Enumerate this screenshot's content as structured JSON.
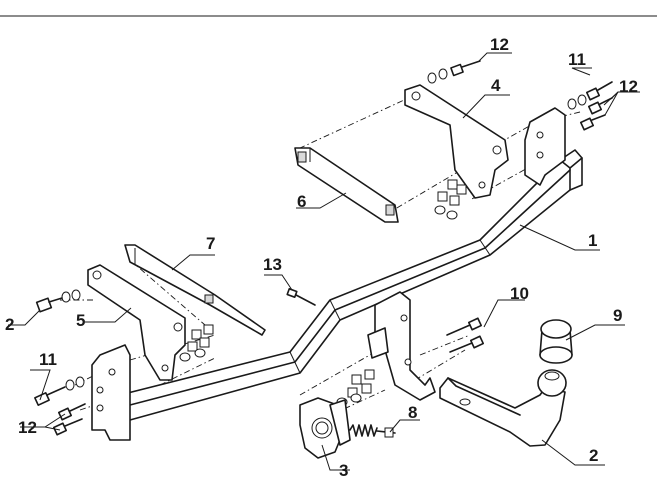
{
  "callouts": {
    "c1": "1",
    "c2_left": "2",
    "c2_bottom": "2",
    "c3": "3",
    "c4": "4",
    "c5": "5",
    "c6": "6",
    "c7": "7",
    "c8": "8",
    "c9": "9",
    "c10": "10",
    "c11_top": "11",
    "c11_left": "11",
    "c12_top": "12",
    "c12_right": "12",
    "c12_left": "12",
    "c13": "13"
  }
}
